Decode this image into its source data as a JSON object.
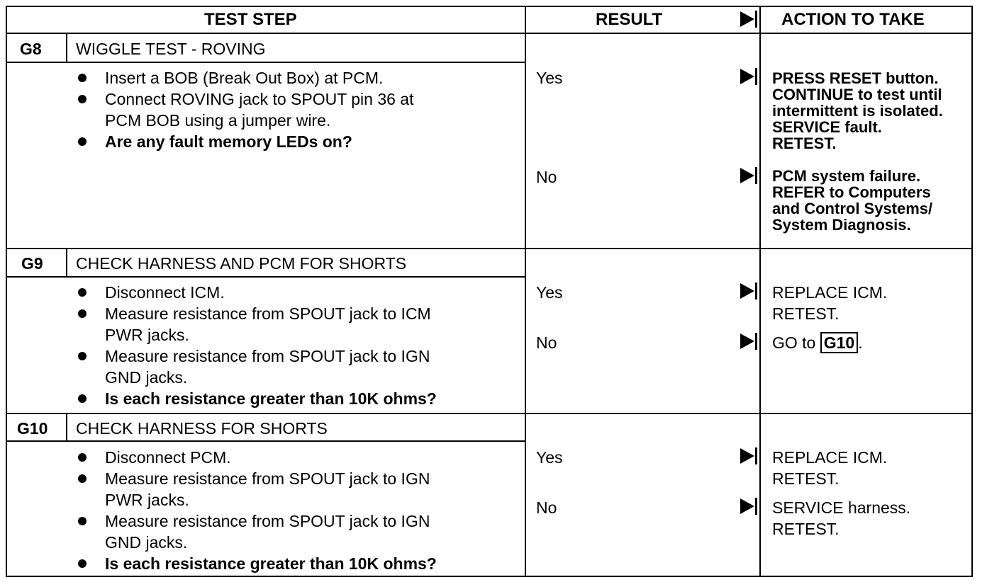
{
  "header": {
    "test_step": "TEST STEP",
    "result": "RESULT",
    "action": "ACTION TO TAKE"
  },
  "steps": [
    {
      "id": "G8",
      "title": "WIGGLE TEST - ROVING",
      "items": [
        "Insert a BOB (Break Out Box) at PCM.",
        "Connect ROVING jack to SPOUT pin 36 at",
        "PCM BOB using a jumper wire.",
        "Are any fault memory LEDs on?"
      ],
      "yes": "Yes",
      "no": "No",
      "yes_action": [
        "PRESS RESET button.",
        "CONTINUE to test until",
        "intermittent is isolated.",
        "SERVICE fault.",
        "RETEST."
      ],
      "no_action": [
        "PCM system failure.",
        "REFER to Computers",
        "and Control Systems/",
        "System Diagnosis."
      ]
    },
    {
      "id": "G9",
      "title": "CHECK HARNESS AND PCM FOR SHORTS",
      "items": [
        "Disconnect ICM.",
        "Measure resistance from SPOUT jack to ICM",
        "PWR jacks.",
        "Measure resistance from SPOUT jack to IGN",
        "GND jacks.",
        "Is each resistance greater than 10K ohms?"
      ],
      "yes": "Yes",
      "no": "No",
      "yes_action": [
        "REPLACE ICM.",
        "RETEST."
      ],
      "no_action_prefix": "GO to",
      "no_action_ref": "G10",
      "no_action_suffix": "."
    },
    {
      "id": "G10",
      "title": "CHECK HARNESS FOR SHORTS",
      "items": [
        "Disconnect PCM.",
        "Measure resistance from SPOUT jack to IGN",
        "PWR jacks.",
        "Measure resistance from SPOUT jack to IGN",
        "GND jacks.",
        "Is each resistance greater than 10K ohms?"
      ],
      "yes": "Yes",
      "no": "No",
      "yes_action": [
        "REPLACE ICM.",
        "RETEST."
      ],
      "no_action": [
        "SERVICE harness.",
        "RETEST."
      ]
    }
  ]
}
